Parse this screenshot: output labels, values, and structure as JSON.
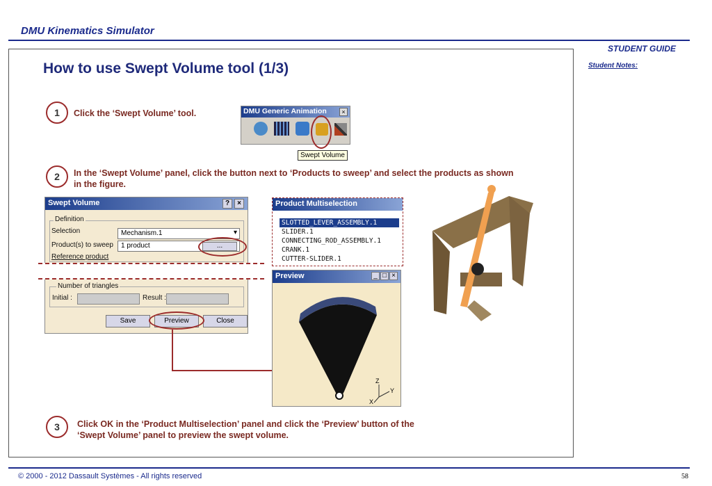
{
  "header": {
    "title": "DMU Kinematics Simulator",
    "guide": "STUDENT GUIDE",
    "notes": "Student Notes:"
  },
  "slide": {
    "title": "How to use Swept Volume tool (1/3)",
    "steps": [
      {
        "num": "1",
        "text": "Click the ‘Swept Volume’ tool."
      },
      {
        "num": "2",
        "text": "In the ‘Swept Volume’ panel, click the button next to ‘Products to sweep’ and select the products as shown in the figure."
      },
      {
        "num": "3",
        "text": "Click OK in the ‘Product Multiselection’ panel and click the ‘Preview’ button of the ‘Swept Volume’ panel to preview the swept volume."
      }
    ]
  },
  "toolbar": {
    "title": "DMU Generic Animation",
    "tooltip": "Swept Volume",
    "icons": [
      "simulation-icon",
      "player-icon",
      "sensor-icon",
      "swept-volume-icon",
      "tools-icon"
    ]
  },
  "swept": {
    "title": "Swept Volume",
    "help": "?",
    "close": "×",
    "definition": "Definition",
    "selection_label": "Selection",
    "selection_value": "Mechanism.1",
    "products_label": "Product(s) to sweep",
    "products_value": "1 product",
    "browse": "...",
    "reference_label": "Reference product",
    "triangles": "Number of triangles",
    "initial": "Initial :",
    "result": "Result :",
    "save": "Save",
    "preview": "Preview",
    "closeBtn": "Close"
  },
  "multi": {
    "title": "Product Multiselection",
    "items": [
      "SLOTTED_LEVER_ASSEMBLY.1",
      "SLIDER.1",
      "CONNECTING_ROD_ASSEMBLY.1",
      "CRANK.1",
      "CUTTER-SLIDER.1"
    ],
    "selected": 0
  },
  "preview": {
    "title": "Preview",
    "axes": [
      "Z",
      "Y",
      "X"
    ]
  },
  "footer": {
    "copyright": "© 2000 - 2012 Dassault Systèmes - All rights reserved",
    "page": "58"
  },
  "colors": {
    "accent": "#1a2a8c",
    "highlight": "#9b2b2b",
    "step_text": "#7a2a22"
  }
}
